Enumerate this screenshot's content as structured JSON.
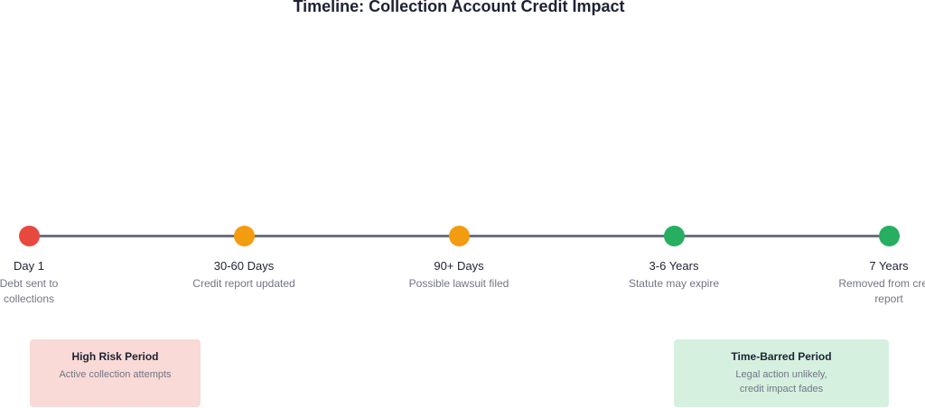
{
  "title": "Timeline: Collection Account Credit Impact",
  "events": [
    {
      "label": "Day 1",
      "description": "Debt sent to collections",
      "color": "#e8493e"
    },
    {
      "label": "30-60 Days",
      "description": "Credit report updated",
      "color": "#f39c12"
    },
    {
      "label": "90+ Days",
      "description": "Possible lawsuit filed",
      "color": "#f39c12"
    },
    {
      "label": "3-6 Years",
      "description": "Statute may expire",
      "color": "#27ae60"
    },
    {
      "label": "7 Years",
      "description": "Removed from credit report",
      "color": "#27ae60"
    }
  ],
  "periods": [
    {
      "title": "High Risk Period",
      "description": "Active collection attempts",
      "background": "#f9dad6"
    },
    {
      "title": "Time-Barred Period",
      "description": "Legal action unlikely, credit impact fades",
      "background": "#d5f0df"
    }
  ],
  "colors": {
    "axis": "#6d7080",
    "text": "#1f2233",
    "muted_text": "#737585"
  }
}
